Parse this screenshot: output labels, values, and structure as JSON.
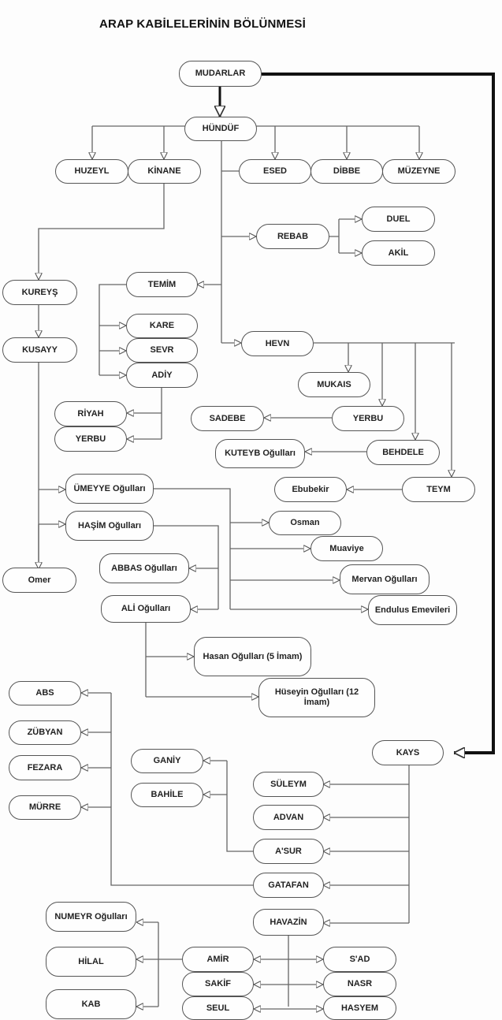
{
  "title": "ARAP KABİLELERİNİN BÖLÜNMESİ",
  "nodes": {
    "mudarlar": "MUDARLAR",
    "hunduf": "HÜNDÜF",
    "huzeyl": "HUZEYL",
    "kinane": "KİNANE",
    "esed": "ESED",
    "dibbe": "DİBBE",
    "muzeyne": "MÜZEYNE",
    "rebab": "REBAB",
    "duel": "DUEL",
    "akil": "AKİL",
    "kureys": "KUREYŞ",
    "kusayy": "KUSAYY",
    "temim": "TEMİM",
    "kare": "KARE",
    "sevr": "SEVR",
    "adiy": "ADİY",
    "riyah": "RİYAH",
    "yerbu1": "YERBU",
    "hevn": "HEVN",
    "mukais": "MUKAIS",
    "yerbu2": "YERBU",
    "sadebe": "SADEBE",
    "behdele": "BEHDELE",
    "kuteyb": "KUTEYB Oğulları",
    "teym": "TEYM",
    "ebubekir": "Ebubekir",
    "umeyye": "ÜMEYYE Oğulları",
    "hasim": "HAŞİM Oğulları",
    "omer": "Omer",
    "osman": "Osman",
    "muaviye": "Muaviye",
    "abbas": "ABBAS Oğulları",
    "mervan": "Mervan Oğulları",
    "ali": "ALİ Oğulları",
    "endulus": "Endulus Emevileri",
    "hasan": "Hasan Oğulları (5 İmam)",
    "huseyin": "Hüseyin Oğulları (12 İmam)",
    "abs": "ABS",
    "zubyan": "ZÜBYAN",
    "fezara": "FEZARA",
    "murre": "MÜRRE",
    "kays": "KAYS",
    "ganiy": "GANİY",
    "bahile": "BAHİLE",
    "suleym": "SÜLEYM",
    "advan": "ADVAN",
    "asur": "A'SUR",
    "gatafan": "GATAFAN",
    "numeyr": "NUMEYR Oğulları",
    "havazin": "HAVAZİN",
    "hilal": "HİLAL",
    "amir": "AMİR",
    "sad": "S'AD",
    "sakif": "SAKİF",
    "nasr": "NASR",
    "kab": "KAB",
    "seul": "SEUL",
    "hasyem": "HASYEM"
  },
  "colors": {
    "line": "#666666",
    "thick_line": "#000000",
    "node_border": "#555555"
  }
}
